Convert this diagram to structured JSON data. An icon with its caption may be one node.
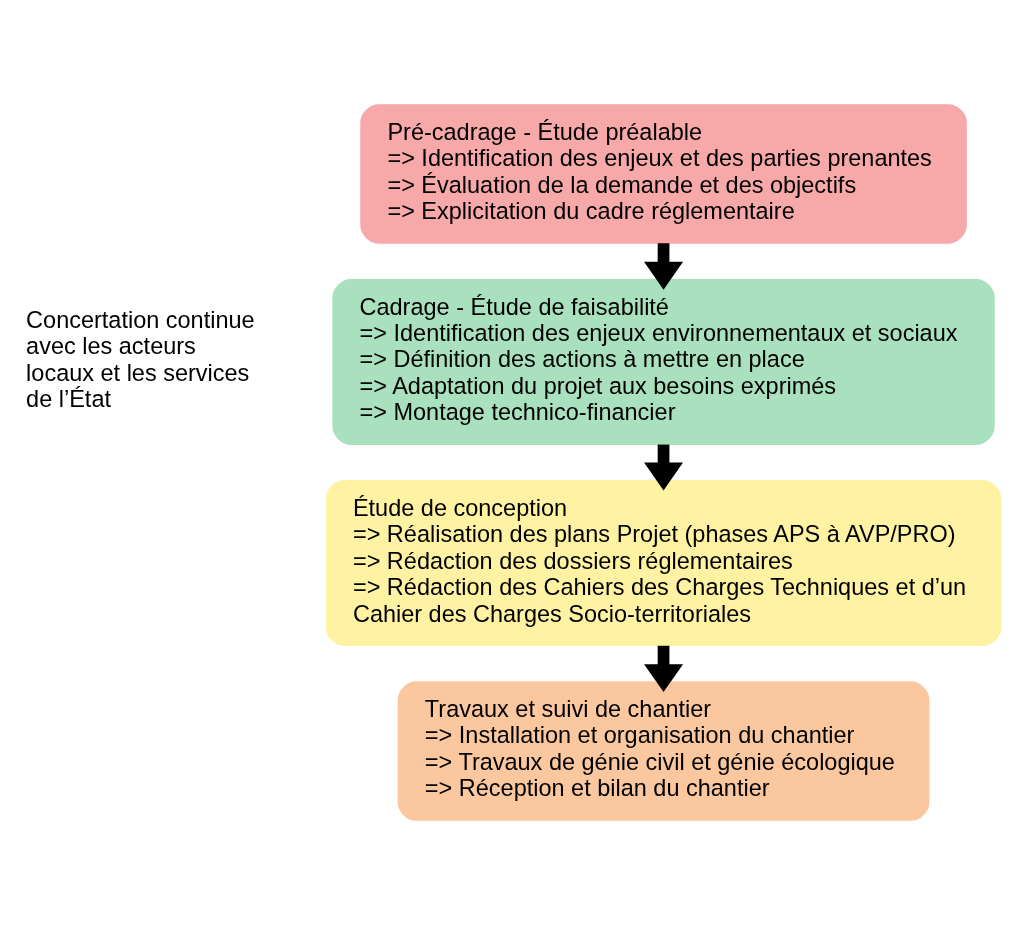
{
  "diagram": {
    "nodes": [
      {
        "text": [
          "Pré-cadrage - Étude préalable",
          "=> Identification des enjeux et des parties prenantes",
          "=> Évaluation de la demande et des objectifs",
          "=> Explicitation du cadre réglementaire"
        ]
      },
      {
        "text": [
          "Cadrage - Étude de faisabilité",
          "=> Identification des enjeux environnementaux et sociaux",
          "=> Définition des actions à mettre en place",
          "=> Adaptation du projet aux besoins exprimés",
          "=> Montage technico-financier"
        ]
      },
      {
        "text": [
          "Étude de conception",
          "=> Réalisation des plans Projet (phases APS à AVP/PRO)",
          "=> Rédaction des dossiers réglementaires",
          "=> Rédaction des Cahiers des Charges Techniques et d’un Cahier des Charges Socio-territoriales"
        ]
      },
      {
        "text": [
          "Travaux et suivi de chantier",
          "=> Installation et organisation du chantier",
          "=> Travaux de génie civil et génie écologique",
          "=> Réception et bilan du chantier"
        ]
      }
    ],
    "edges": [
      {
        "from": 0,
        "to": 1,
        "arrow": "to"
      },
      {
        "from": 1,
        "to": 2,
        "arrow": "to"
      },
      {
        "from": 2,
        "to": 3,
        "arrow": "to"
      }
    ],
    "labels": [
      "Concertation continue avec les acteurs locaux et les services de l’État"
    ]
  }
}
